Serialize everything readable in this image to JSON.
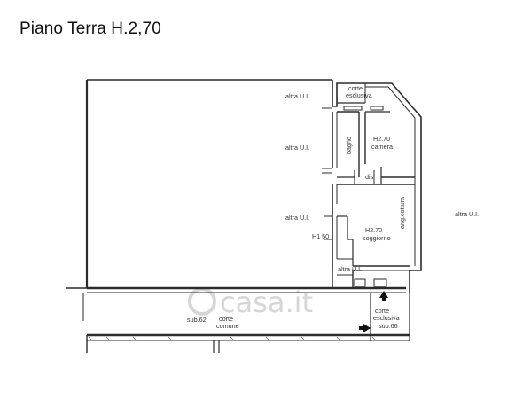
{
  "title": "Piano Terra H.2,70",
  "labels": {
    "altra_ui_top": "altra U.I.",
    "altra_ui_mid": "altra U.I.",
    "altra_ui_low": "altra U.I.",
    "altra_ui_bottom": "altra U.I.",
    "altra_ui_right": "altra U.I.",
    "corte_esclusiva_top_1": "corte",
    "corte_esclusiva_top_2": "esclusiva",
    "bagno": "bagno",
    "camera_h": "H2.70",
    "camera": "camera",
    "dis": "dis",
    "ang_cottura": "ang.cottura",
    "soggiorno_h": "H2.70",
    "soggiorno": "soggiorno",
    "h_150": "H1 50",
    "sub62": "sub.62",
    "corte_comune_1": "corte",
    "corte_comune_2": "comune",
    "corte_esclusiva_bottom_1": "corte",
    "corte_esclusiva_bottom_2": "esclusiva",
    "sub66": "sub.66"
  },
  "watermark": "casa.it"
}
